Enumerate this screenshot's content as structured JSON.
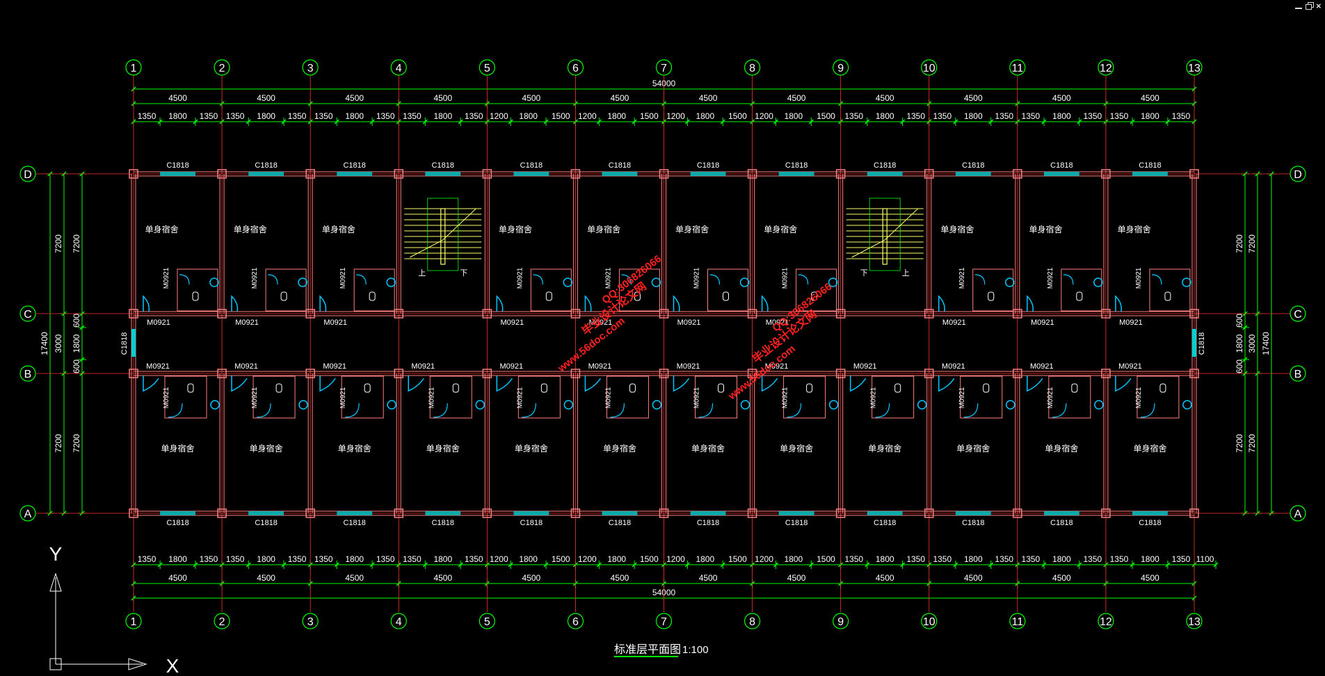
{
  "drawing": {
    "title": "标准层平面图",
    "scale": "1:100",
    "total_length": "54000",
    "bay_length": "4500",
    "room_label": "单身宿舍",
    "window_label": "C1818",
    "door_label": "M0921",
    "stair_up": "上",
    "stair_down": "下",
    "columns": [
      "1",
      "2",
      "3",
      "4",
      "5",
      "6",
      "7",
      "8",
      "9",
      "10",
      "11",
      "12",
      "13"
    ],
    "rows": [
      "D",
      "C",
      "B",
      "A"
    ],
    "top_sub_dims": [
      "1350",
      "1800",
      "1350",
      "1350",
      "1800",
      "1350",
      "1350",
      "1800",
      "1350",
      "1350",
      "1800",
      "1350",
      "1200",
      "1800",
      "1500",
      "1200",
      "1800",
      "1500",
      "1200",
      "1800",
      "1500",
      "1200",
      "1800",
      "1500",
      "1350",
      "1800",
      "1350",
      "1350",
      "1800",
      "1350",
      "1350",
      "1800",
      "1350",
      "1350",
      "1800",
      "1350"
    ],
    "bottom_sub_dims": [
      "1350",
      "1800",
      "1350",
      "1350",
      "1800",
      "1350",
      "1350",
      "1800",
      "1350",
      "1350",
      "1800",
      "1350",
      "1200",
      "1800",
      "1500",
      "1200",
      "1800",
      "1500",
      "1200",
      "1800",
      "1500",
      "1200",
      "1800",
      "1500",
      "1350",
      "1800",
      "1350",
      "1350",
      "1800",
      "1350",
      "1350",
      "1800",
      "1350",
      "1350",
      "1800",
      "1350",
      "1100"
    ],
    "side_dims_outer": [
      "7200",
      "3000",
      "7200"
    ],
    "side_dims_inner": [
      "600",
      "1800",
      "600"
    ],
    "side_total": "17400",
    "corridor_window": "C1818",
    "ucs": {
      "x": "X",
      "y": "Y"
    }
  },
  "watermarks": [
    {
      "site": "www.56doc.com",
      "qq": "QQ:306826066",
      "name": "毕业设计论文网"
    },
    {
      "site": "www.56doc.com",
      "qq": "QQ:306826066",
      "name": "毕业设计论文网"
    }
  ],
  "colors": {
    "background": "#000000",
    "wall": "#ff7f7f",
    "axis": "#ff3030",
    "dimension": "#00ff00",
    "text": "#ffffff",
    "window": "#00d0d0",
    "door": "#00c8ff",
    "stair": "#ffff66",
    "watermark": "#ff2020",
    "title_underline": "#00ff00"
  }
}
